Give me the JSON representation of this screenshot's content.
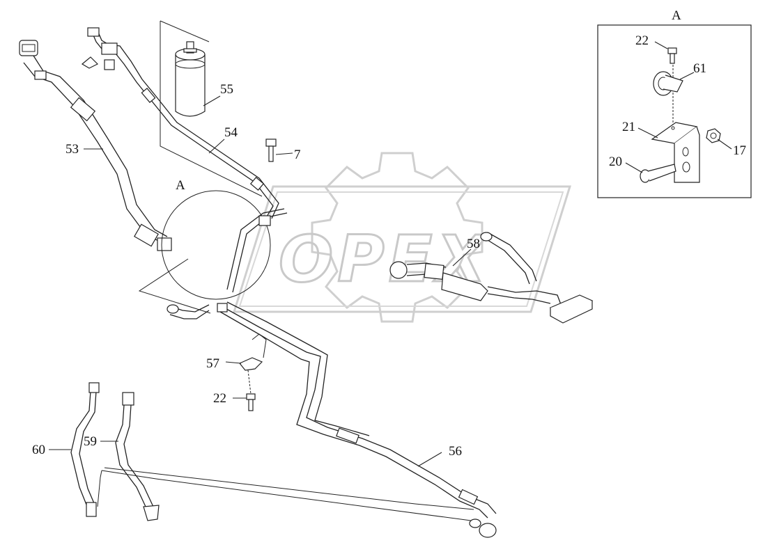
{
  "watermark": {
    "text": "OPEX"
  },
  "detail_box": {
    "title": "A",
    "labels": {
      "p22": "22",
      "p61": "61",
      "p21": "21",
      "p20": "20",
      "p17": "17"
    }
  },
  "main": {
    "detail_marker": "A",
    "labels": {
      "p55": "55",
      "p54": "54",
      "p53": "53",
      "p7": "7",
      "p58": "58",
      "p57": "57",
      "p22": "22",
      "p60": "60",
      "p59": "59",
      "p56": "56"
    }
  }
}
